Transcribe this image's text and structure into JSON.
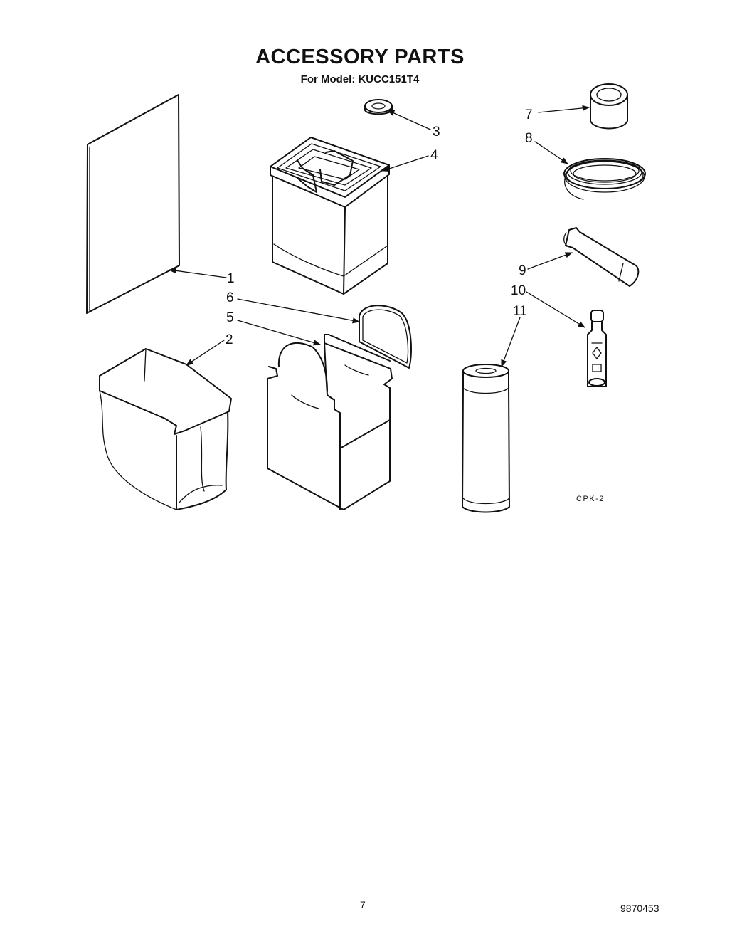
{
  "title": "ACCESSORY PARTS",
  "subtitle": "For Model: KUCC151T4",
  "callouts": [
    "1",
    "2",
    "3",
    "4",
    "5",
    "6",
    "7",
    "8",
    "9",
    "10",
    "11"
  ],
  "drawing_code": "CPK-2",
  "page_number": "7",
  "document_number": "9870453",
  "parts": [
    {
      "id": "1",
      "icon": "sheet-panel"
    },
    {
      "id": "2",
      "icon": "bag-liner"
    },
    {
      "id": "3",
      "icon": "small-cap"
    },
    {
      "id": "4",
      "icon": "ice-bucket"
    },
    {
      "id": "5",
      "icon": "bag-holder"
    },
    {
      "id": "6",
      "icon": "d-shaped-gasket"
    },
    {
      "id": "7",
      "icon": "tin-can"
    },
    {
      "id": "8",
      "icon": "coiled-tubing"
    },
    {
      "id": "9",
      "icon": "tube-of-paste"
    },
    {
      "id": "10",
      "icon": "touch-up-pen"
    },
    {
      "id": "11",
      "icon": "aerosol-can"
    }
  ]
}
